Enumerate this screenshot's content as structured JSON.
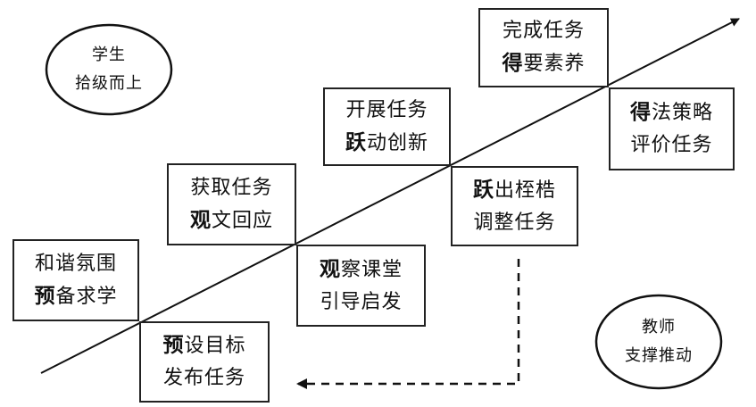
{
  "student": {
    "line1": "学生",
    "line2": "拾级而上"
  },
  "teacher": {
    "line1": "教师",
    "line2": "支撑推动"
  },
  "upper_boxes": [
    {
      "key_char": "预",
      "line1_rest": "备求学",
      "line2": "和谐氛围",
      "bold_line": 2
    },
    {
      "key_char": "观",
      "line1_rest": "文回应",
      "line2": "获取任务",
      "bold_line": 2
    },
    {
      "key_char": "跃",
      "line1_rest": "动创新",
      "line2": "开展任务",
      "bold_line": 2
    },
    {
      "key_char": "得",
      "line1_rest": "要素养",
      "line2": "完成任务",
      "bold_line": 2
    }
  ],
  "lower_boxes": [
    {
      "key_char": "预",
      "line1_rest": "设目标",
      "line2": "发布任务"
    },
    {
      "key_char": "观",
      "line1_rest": "察课堂",
      "line2": "引导启发"
    },
    {
      "key_char": "跃",
      "line1_rest": "出桎梏",
      "line2": "调整任务"
    },
    {
      "key_char": "得",
      "line1_rest": "法策略",
      "line2": "评价任务"
    }
  ]
}
